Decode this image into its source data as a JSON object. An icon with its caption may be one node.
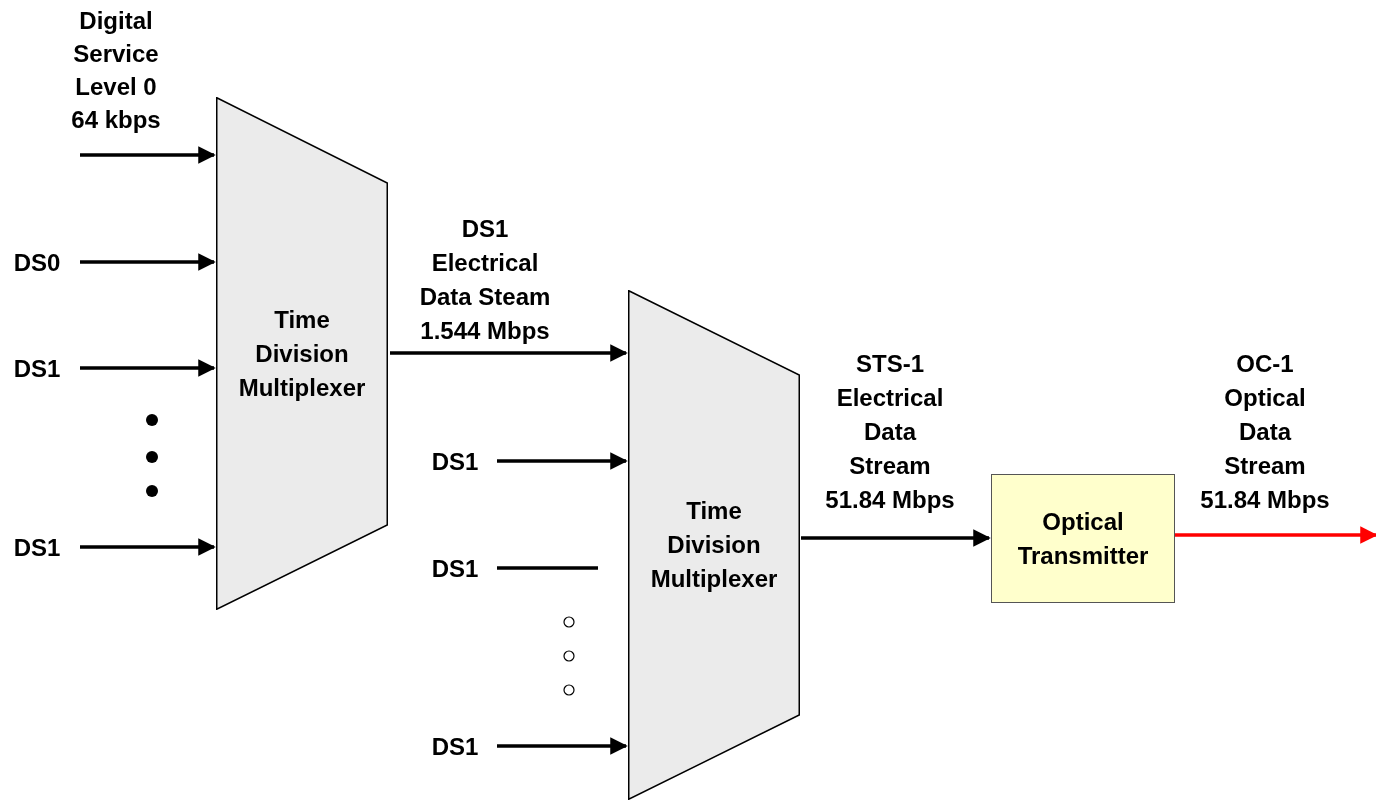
{
  "diagram": {
    "nodes": [
      {
        "text": [
          "Digital Service Level 0 64 kbps"
        ]
      },
      {
        "text": [
          "DS0"
        ]
      },
      {
        "text": [
          "DS1"
        ]
      },
      {
        "text": [
          "DS1"
        ]
      },
      {
        "text": [
          "Time Division Multiplexer"
        ]
      },
      {
        "text": [
          "DS1"
        ]
      },
      {
        "text": [
          "DS1"
        ]
      },
      {
        "text": [
          "DS1"
        ]
      },
      {
        "text": [
          "Time Division Multiplexer"
        ]
      },
      {
        "text": [
          "Optical Transmitter"
        ]
      }
    ],
    "edges": [
      {
        "from": 0,
        "to": 4,
        "arrow": "to"
      },
      {
        "from": 1,
        "to": 4,
        "arrow": "to"
      },
      {
        "from": 2,
        "to": 4,
        "arrow": "to"
      },
      {
        "from": 3,
        "to": 4,
        "arrow": "to"
      },
      {
        "from": 4,
        "to": 8,
        "arrow": "to",
        "label": "DS1 Electrical Data Steam 1.544 Mbps"
      },
      {
        "from": 5,
        "to": 8,
        "arrow": "to"
      },
      {
        "from": 6,
        "to": null,
        "arrow": "none"
      },
      {
        "from": 7,
        "to": 8,
        "arrow": "to"
      },
      {
        "from": 8,
        "to": 9,
        "arrow": "to",
        "label": "STS-1 Electrical Data Stream 51.84 Mbps"
      },
      {
        "from": 9,
        "to": null,
        "arrow": "to",
        "label": "OC-1 Optical Data Stream 51.84 Mbps",
        "color": "#ff0000"
      }
    ]
  }
}
